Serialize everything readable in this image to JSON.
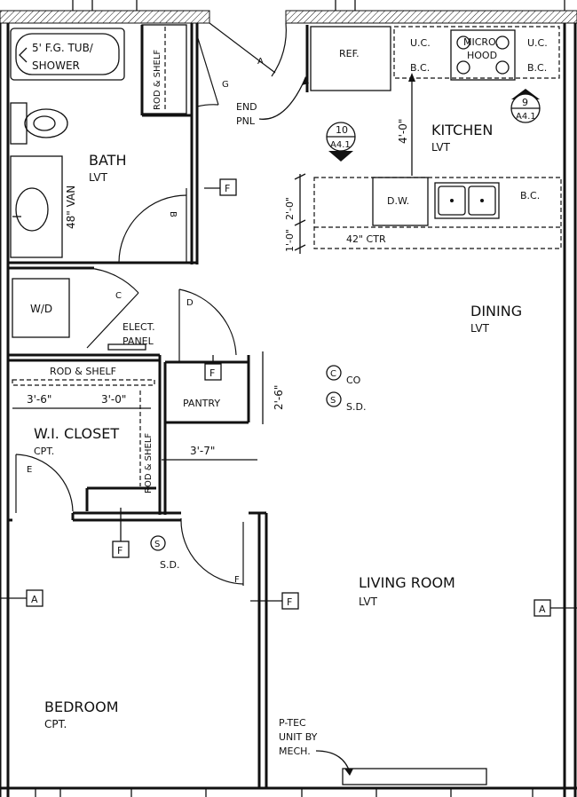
{
  "rooms": {
    "bath": {
      "name": "BATH",
      "finish": "LVT"
    },
    "kitchen": {
      "name": "KITCHEN",
      "finish": "LVT"
    },
    "dining": {
      "name": "DINING",
      "finish": "LVT"
    },
    "living": {
      "name": "LIVING ROOM",
      "finish": "LVT"
    },
    "bedroom": {
      "name": "BEDROOM",
      "finish": "CPT."
    },
    "closet": {
      "name": "W.I. CLOSET",
      "finish": "CPT."
    }
  },
  "fixtures": {
    "tub_line1": "5' F.G. TUB/",
    "tub_line2": "SHOWER",
    "vanity": "48\" VAN",
    "ref": "REF.",
    "uc_left": "U.C.",
    "uc_right": "U.C.",
    "bc_left": "B.C.",
    "bc_right": "B.C.",
    "bc_sink": "B.C.",
    "micro_line1": "MICRO.",
    "micro_line2": "HOOD",
    "dw": "D.W.",
    "wd": "W/D",
    "elect_line1": "ELECT.",
    "elect_line2": "PANEL",
    "pantry": "PANTRY",
    "rod_shelf_1": "ROD & SHELF",
    "rod_shelf_2": "ROD & SHELF",
    "rod_shelf_3": "ROD & SHELF",
    "end_pnl_line1": "END",
    "end_pnl_line2": "PNL",
    "counter": "42\" CTR",
    "ptec_line1": "P-TEC",
    "ptec_line2": "UNIT BY",
    "ptec_line3": "MECH."
  },
  "dimensions": {
    "kitchen_depth": "4'-0\"",
    "counter_a": "2'-0\"",
    "counter_b": "1'-0\"",
    "pantry_h": "2'-6\"",
    "pantry_w": "3'-7\"",
    "closet_a": "3'-6\"",
    "closet_b": "3'-0\""
  },
  "symbols": {
    "co_glyph": "C",
    "co_label": "CO",
    "sd_glyph": "S",
    "sd_label": "S.D.",
    "sd2_label": "S.D."
  },
  "door_tags": {
    "a": "A",
    "b": "B",
    "c": "C",
    "d": "D",
    "e": "E",
    "f": "F",
    "g": "G"
  },
  "callouts": {
    "detail_10": "10",
    "detail_10_sheet": "A4.1",
    "detail_9": "9",
    "detail_9_sheet": "A4.1"
  },
  "markers": {
    "section_a": "A",
    "type_f": "F"
  }
}
